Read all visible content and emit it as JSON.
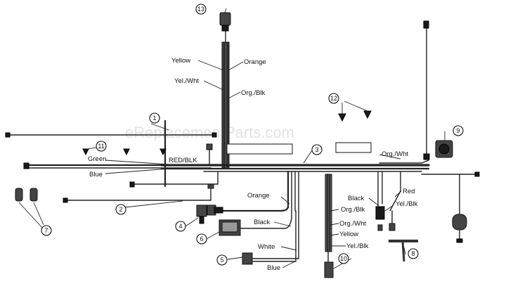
{
  "watermark": "eReplacementParts.com",
  "wire_labels": {
    "yellow_top": "Yellow",
    "orange_top": "Orange",
    "yel_wht_top": "Yel./Wht",
    "org_blk_top": "Org./Blk",
    "green": "Green",
    "blue_left": "Blue",
    "red_blk": "RED/BLK",
    "orange_mid": "Orange",
    "black_mid": "Black",
    "white": "White",
    "blue_bottom": "Blue",
    "org_wht": "Org./Wht",
    "black_right": "Black",
    "red": "Red",
    "yel_blk_right": "Yel./Blk",
    "org_blk_low": "Org./Blk",
    "org_wht_low": "Org./Wht",
    "yellow_low": "Yellow",
    "yel_blk_low": "Yel./Blk"
  },
  "callouts": {
    "c1": "1",
    "c2": "2",
    "c3": "3",
    "c4": "4",
    "c5": "5",
    "c6": "6",
    "c7": "7",
    "c8": "8",
    "c9": "9",
    "c10": "10",
    "c11": "11",
    "c12": "12",
    "c13": "13"
  }
}
